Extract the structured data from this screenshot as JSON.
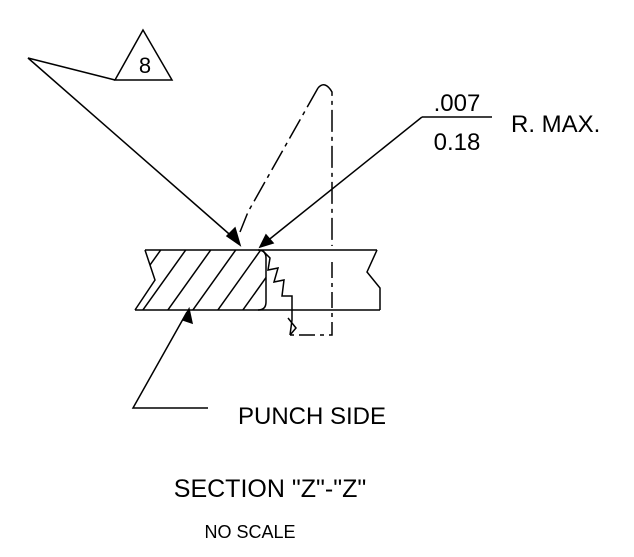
{
  "callout": {
    "symbol_number": "8"
  },
  "dimension": {
    "inch_value": ".007",
    "mm_value": "0.18",
    "radius_note": "R. MAX."
  },
  "labels": {
    "punch_side": "PUNCH SIDE",
    "section_title": "SECTION \"Z\"-\"Z\"",
    "scale_note": "NO SCALE"
  }
}
